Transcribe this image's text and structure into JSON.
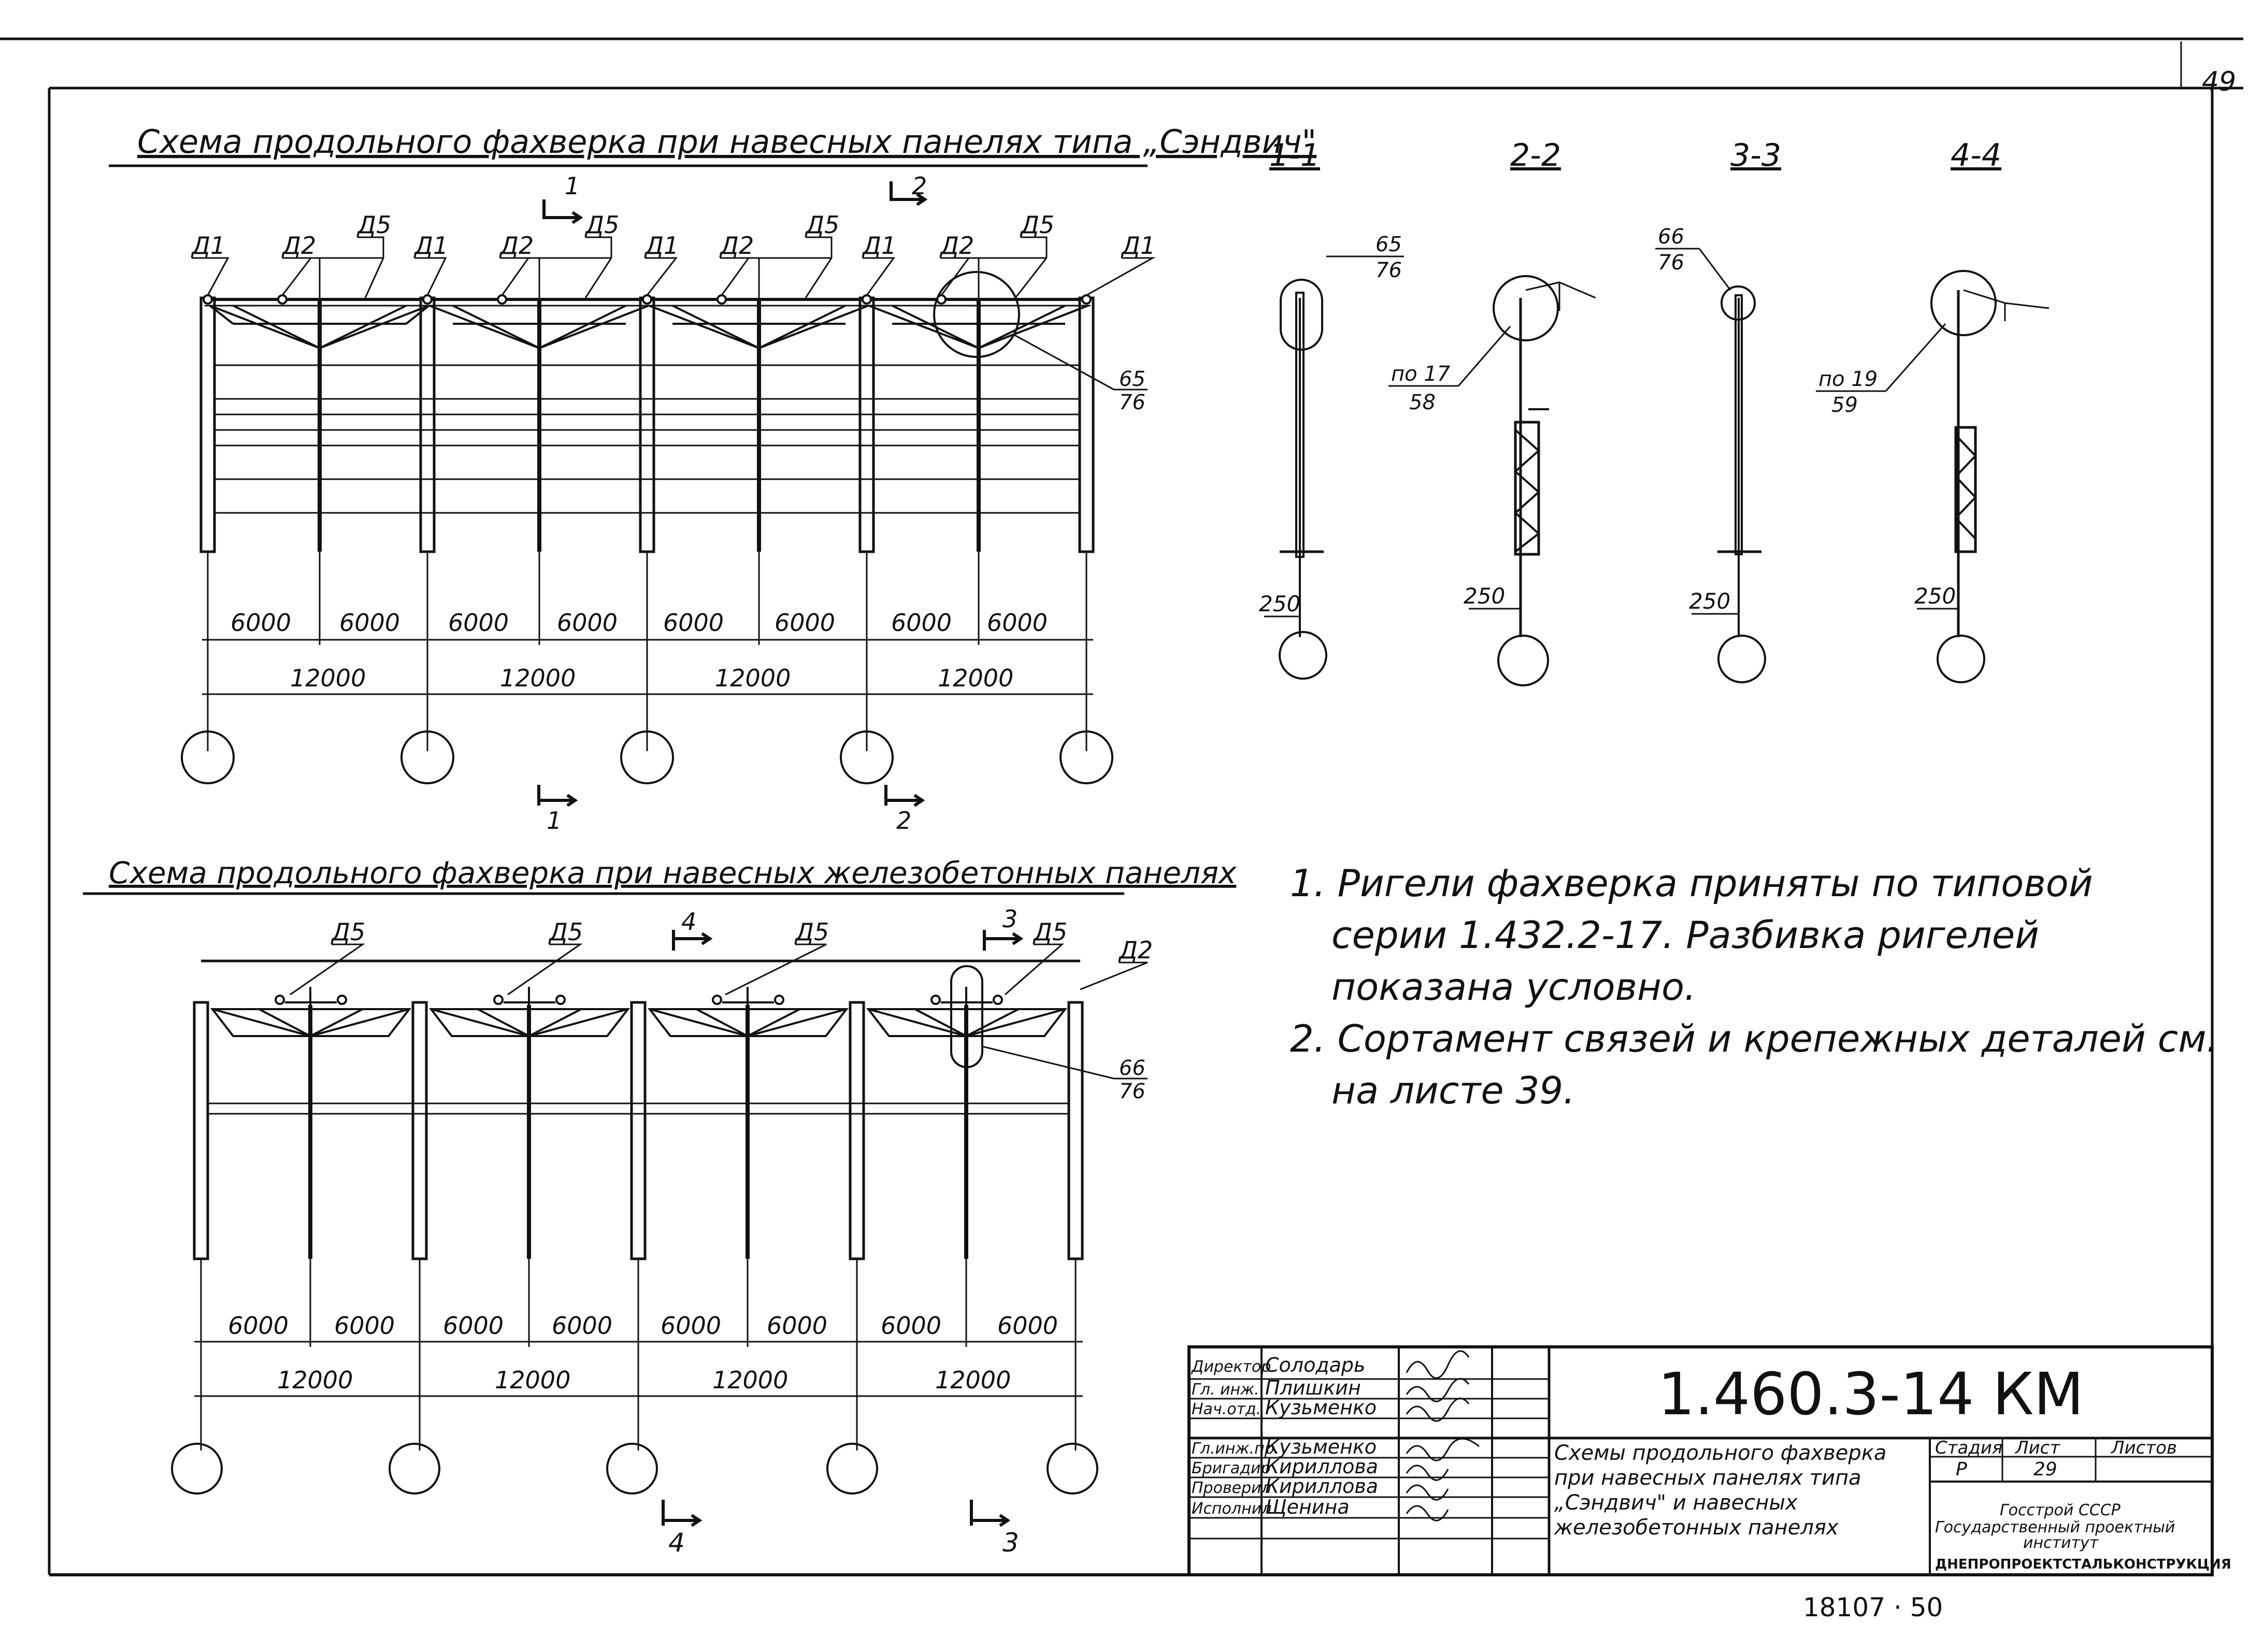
{
  "page_number": "49",
  "footer_number": "18107 · 50",
  "sandwich_scheme": {
    "title": "Схема продольного фахверка при навесных панелях типа „Сэндвич\"",
    "detail_labels": [
      "Д1",
      "Д2",
      "Д5"
    ],
    "callout": {
      "num": "65",
      "den": "76"
    },
    "small_spans": [
      "6000",
      "6000",
      "6000",
      "6000",
      "6000",
      "6000",
      "6000",
      "6000"
    ],
    "large_spans": [
      "12000",
      "12000",
      "12000",
      "12000"
    ],
    "section_marks": [
      "1",
      "2"
    ],
    "bottom_marks": [
      "1",
      "2"
    ]
  },
  "concrete_scheme": {
    "title": "Схема продольного фахверка при навесных железобетонных панелях",
    "detail_labels": [
      "Д5",
      "Д2"
    ],
    "callout": {
      "num": "66",
      "den": "76"
    },
    "small_spans": [
      "6000",
      "6000",
      "6000",
      "6000",
      "6000",
      "6000",
      "6000",
      "6000"
    ],
    "large_spans": [
      "12000",
      "12000",
      "12000",
      "12000"
    ],
    "section_marks": [
      "4",
      "3"
    ],
    "bottom_marks": [
      "4",
      "3"
    ]
  },
  "sections": [
    {
      "title": "1-1",
      "callout": {
        "num": "65",
        "den": "76"
      },
      "offset": "250"
    },
    {
      "title": "2-2",
      "callout": {
        "num": "по 17",
        "den": "58"
      },
      "offset": "250"
    },
    {
      "title": "3-3",
      "callout": {
        "num": "66",
        "den": "76"
      },
      "offset": "250"
    },
    {
      "title": "4-4",
      "callout": {
        "num": "по 19",
        "den": "59"
      },
      "offset": "250"
    }
  ],
  "notes": [
    "1. Ригели фахверка приняты по типовой",
    "серии   1.432.2-17.          Разбивка ригелей",
    "показана   условно.",
    "2. Сортамент связей и крепежных деталей см.",
    "на листе 39."
  ],
  "title_block": {
    "code": "1.460.3-14 КМ",
    "roles": [
      "Директор",
      "Гл. инж.",
      "Нач.отд.",
      "Гл.инж.пр.",
      "Бригадир",
      "Проверил",
      "Исполнил"
    ],
    "names": [
      "Солодарь",
      "Плишкин",
      "Кузьменко",
      "Кузьменко",
      "Кириллова",
      "Кириллова",
      "Щенина"
    ],
    "description": [
      "Схемы продольного фахверка",
      "при навесных панелях типа",
      "„Сэндвич\" и навесных",
      "железобетонных панелях"
    ],
    "headers": [
      "Стадия",
      "Лист",
      "Листов"
    ],
    "stage": "Р",
    "sheet": "29",
    "org": [
      "Госстрой СССР",
      "Государственный проектный",
      "институт",
      "ДНЕПРОПРОЕКТСТАЛЬКОНСТРУКЦИЯ"
    ]
  }
}
